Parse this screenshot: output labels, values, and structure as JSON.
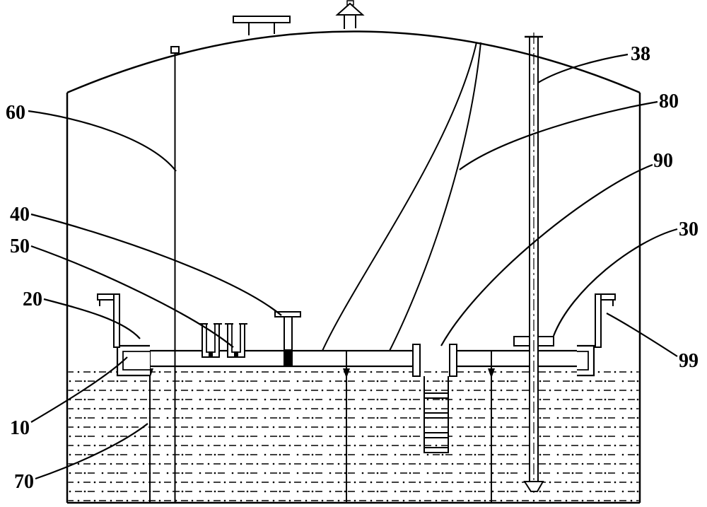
{
  "figure": {
    "background_color": "#ffffff",
    "line_color": "#000000",
    "description_labels_visible": true
  },
  "labels": {
    "n60": "60",
    "n38": "38",
    "n80": "80",
    "n90": "90",
    "n30": "30",
    "n99": "99",
    "n40": "40",
    "n50": "50",
    "n20": "20",
    "n10": "10",
    "n70": "70"
  }
}
